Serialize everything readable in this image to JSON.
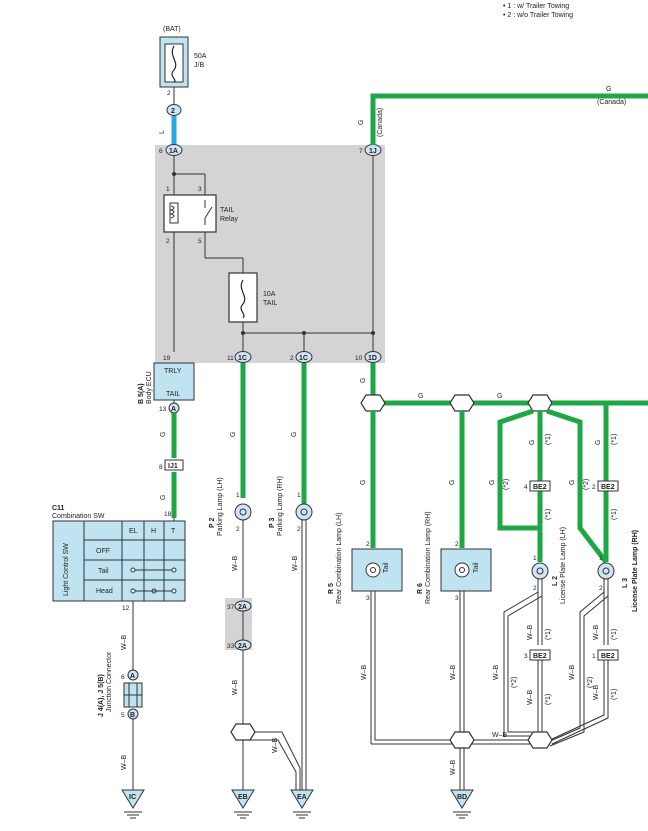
{
  "legend": {
    "note1": "• 1 : w/ Trailer Towing",
    "note2": "• 2 : w/o Trailer Towing"
  },
  "battery": {
    "label": "(BAT)",
    "fuse_label_1": "50A",
    "fuse_label_2": "J/B",
    "pin_top": "2",
    "connector": "2",
    "wire": "L"
  },
  "junction_box": {
    "pin_1a_num": "6",
    "pin_1a": "1A",
    "pin_1j_num": "7",
    "pin_1j": "1J",
    "relay_name_1": "TAIL",
    "relay_name_2": "Relay",
    "relay_pin_1": "1",
    "relay_pin_2": "2",
    "relay_pin_3": "3",
    "relay_pin_5": "5",
    "fuse_rating": "10A",
    "fuse_name": "TAIL",
    "bottom_pins": [
      {
        "num": "19",
        "label": ""
      },
      {
        "num": "11",
        "label": "1C"
      },
      {
        "num": "2",
        "label": "1C"
      },
      {
        "num": "10",
        "label": "1D"
      }
    ]
  },
  "canada": {
    "wire_g": "G",
    "label_top": "(Canada)",
    "label_side": "(Canada)",
    "wire_g_side": "G"
  },
  "body_ecu": {
    "ref": "B 5(A)",
    "name": "Body ECU",
    "term_1": "TRLY",
    "term_2": "TAIL",
    "pin_num": "13",
    "pin_label": "A"
  },
  "ij1": {
    "pin": "8",
    "label": "IJ1",
    "wire_g": "G",
    "pin_bottom": "18"
  },
  "combination_sw": {
    "ref": "C11",
    "name": "Combination SW",
    "side_label": "Light Control SW",
    "cols": [
      "EL",
      "H",
      "T"
    ],
    "rows": [
      "OFF",
      "Tail",
      "Head"
    ],
    "pin": "12",
    "wire": "W–B"
  },
  "junction_connector": {
    "ref": "J 4(A), J 5(B)",
    "name": "Junction Connector",
    "pin_a": "A",
    "pin_b": "B",
    "pin_a_num": "6",
    "pin_b_num": "5",
    "wire": "W–B"
  },
  "parking_lh": {
    "ref": "P 2",
    "name": "Parking Lamp (LH)",
    "pin_top": "1",
    "pin_bottom": "2",
    "wire_g": "G",
    "wire_wb": "W–B"
  },
  "parking_rh": {
    "ref": "P 3",
    "name": "Parking Lamp (RH)",
    "pin_top": "1",
    "pin_bottom": "2",
    "wire_g": "G",
    "wire_wb": "W–B"
  },
  "inline_2a": {
    "pin_top_num": "37",
    "pin_top": "2A",
    "pin_bottom_num": "33",
    "pin_bottom": "2A",
    "wire": "W–B",
    "wire_side": "W–B"
  },
  "rear_lh": {
    "ref": "R 5",
    "name": "Rear Combination Lamp (LH)",
    "bulb": "Tail",
    "pin_top": "2",
    "pin_bottom": "3",
    "wire_g": "G",
    "wire_wb": "W–B"
  },
  "rear_rh": {
    "ref": "R 6",
    "name": "Rear Combination Lamp (RH)",
    "bulb": "Tail",
    "pin_top": "2",
    "pin_bottom": "3",
    "wire_g": "G",
    "wire_wb": "W–B"
  },
  "license_lh": {
    "ref": "L 2",
    "name": "License Plate Lamp (LH)",
    "pin_top": "1",
    "pin_bottom": "2",
    "be2_top_num": "4",
    "be2_top": "BE2",
    "be2_bottom_num": "3",
    "be2_bottom": "BE2"
  },
  "license_rh": {
    "ref": "L 3",
    "name": "License Plate Lamp (RH)",
    "pin_top": "1",
    "pin_bottom": "2",
    "be2_top_num": "2",
    "be2_top": "BE2",
    "be2_bottom_num": "1",
    "be2_bottom": "BE2"
  },
  "wires": {
    "g": "G",
    "wb": "W–B",
    "note1": "(*1)",
    "note2": "(*2)"
  },
  "grounds": {
    "ic": "IC",
    "eb": "EB",
    "ea": "EA",
    "bd": "BD"
  }
}
